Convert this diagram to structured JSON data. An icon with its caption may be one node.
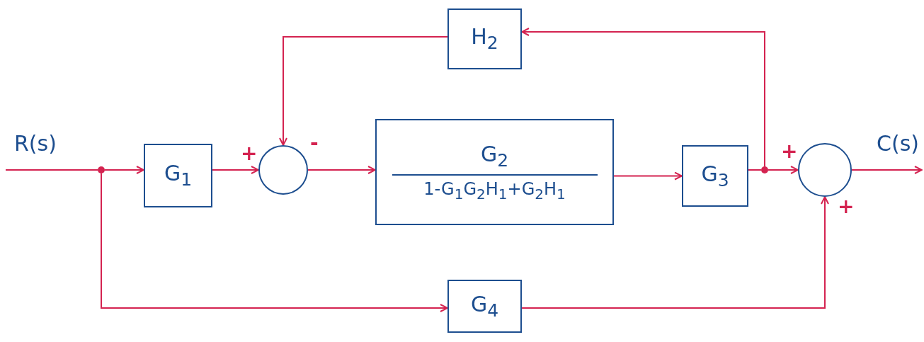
{
  "diagram": {
    "nodes": [
      {
        "text": [],
        "shape": "circle"
      },
      {
        "text": [
          "G$_{1}$"
        ]
      },
      {
        "text": [],
        "shape": "circle",
        "beside": [
          "+",
          "-"
        ]
      },
      {
        "text": [
          "G$_{2}$",
          "1-G$_{1}$G$_{2}$H$_{1}$+G$_{2}$H$_{1}$"
        ]
      },
      {
        "text": [
          "G$_{3}$"
        ]
      },
      {
        "text": [],
        "shape": "circle"
      },
      {
        "text": [],
        "shape": "circle",
        "beside": [
          "+",
          "+"
        ]
      },
      {
        "text": [
          "H$_{2}$"
        ]
      },
      {
        "text": [
          "G$_{4}$"
        ]
      }
    ],
    "edges": [
      {
        "from": null,
        "to": 0,
        "arrow": "none"
      },
      {
        "from": 0,
        "to": 1,
        "arrow": "to"
      },
      {
        "from": 1,
        "to": 2,
        "arrow": "to"
      },
      {
        "from": 2,
        "to": 3,
        "arrow": "to"
      },
      {
        "from": 3,
        "to": 4,
        "arrow": "to"
      },
      {
        "from": 4,
        "to": 5,
        "arrow": "none"
      },
      {
        "from": 5,
        "to": 6,
        "arrow": "to"
      },
      {
        "from": 6,
        "to": null,
        "arrow": "to"
      },
      {
        "from": 5,
        "to": 7,
        "arrow": "to"
      },
      {
        "from": 7,
        "to": 2,
        "arrow": "to"
      },
      {
        "from": 0,
        "to": 8,
        "arrow": "to"
      },
      {
        "from": 8,
        "to": 6,
        "arrow": "to"
      }
    ],
    "labels": [
      "R(s)",
      "C(s)"
    ]
  }
}
